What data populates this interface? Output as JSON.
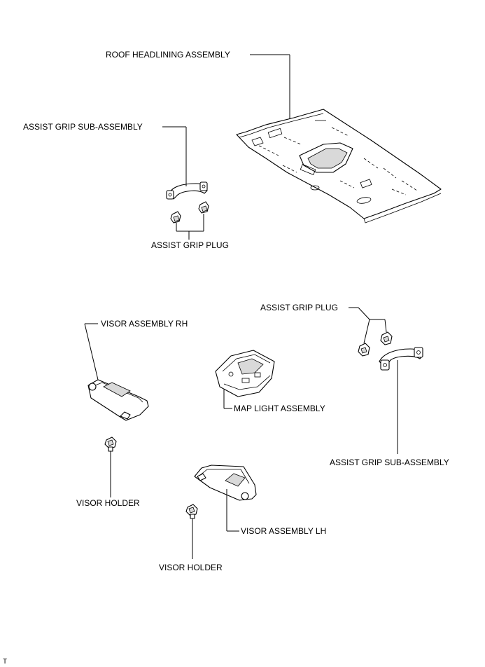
{
  "labels": {
    "roof_headlining": "ROOF HEADLINING ASSEMBLY",
    "assist_grip_sub_top": "ASSIST GRIP SUB-ASSEMBLY",
    "assist_grip_plug_top": "ASSIST GRIP PLUG",
    "visor_rh": "VISOR ASSEMBLY RH",
    "assist_grip_plug_right": "ASSIST GRIP PLUG",
    "map_light": "MAP LIGHT ASSEMBLY",
    "assist_grip_sub_right": "ASSIST GRIP SUB-ASSEMBLY",
    "visor_holder_left": "VISOR HOLDER",
    "visor_lh": "VISOR ASSEMBLY LH",
    "visor_holder_bottom": "VISOR HOLDER"
  },
  "corner_mark": "T"
}
